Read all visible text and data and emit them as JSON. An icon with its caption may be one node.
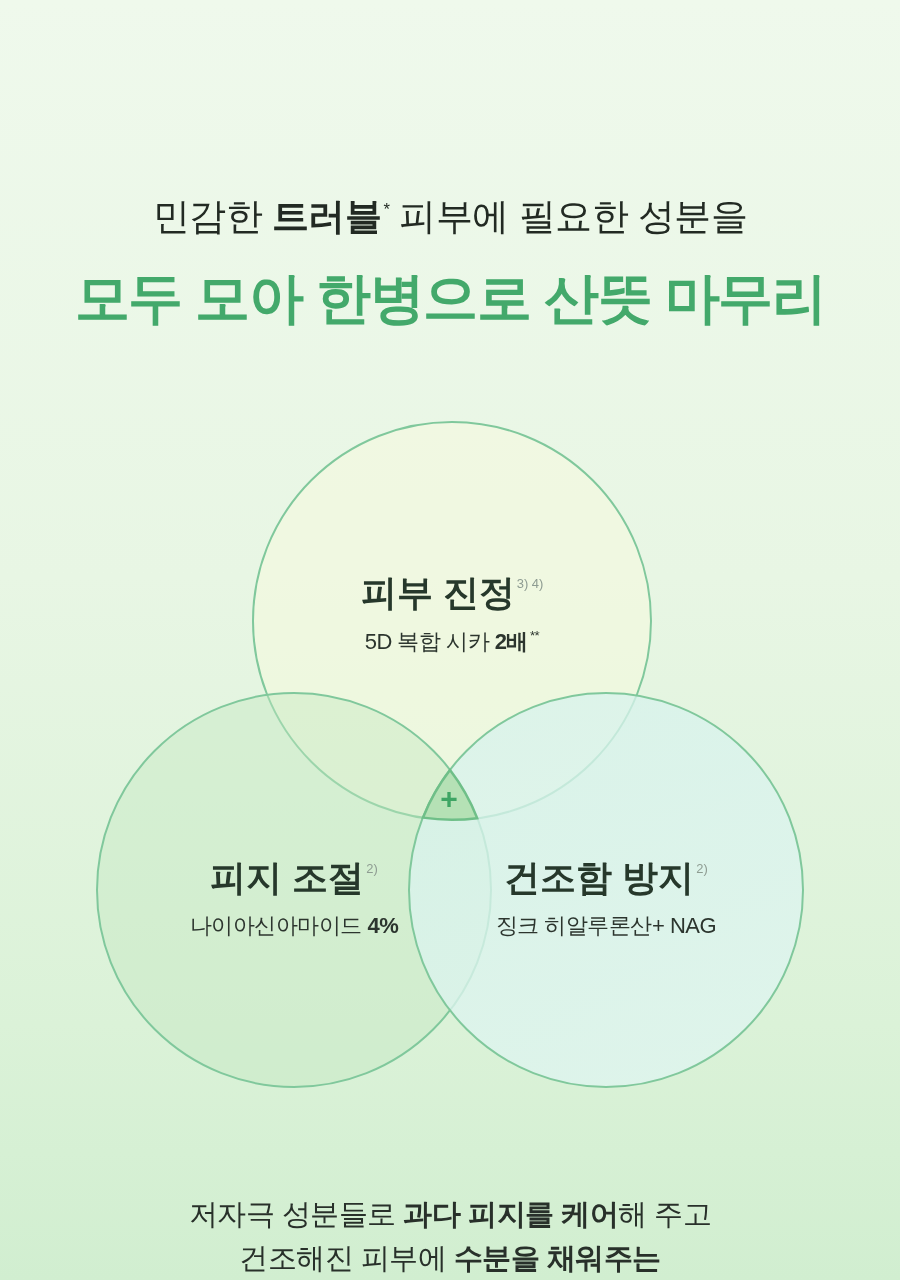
{
  "diagram": {
    "title": "모두 모아 한병으로 산뜻 마무리",
    "nodes": [
      {
        "text": [
          "피부 진정$^{3) 4)}$",
          "5D 복합 시카 **2배**$^{**}$"
        ]
      },
      {
        "text": [
          "피지 조절$^{2)}$",
          "나이아신아마이드 **4%**"
        ]
      },
      {
        "text": [
          "건조함 방지$^{2)}$",
          "징크 히알루론산+ NAG"
        ]
      }
    ],
    "labels": [
      "민감한 **트러블**$^{*}$ 피부에 필요한 성분을",
      "+",
      "저자극 성분들로 **과다 피지를 케어**해 주고 건조해진 피부에 **수분을 채워주는**"
    ]
  }
}
